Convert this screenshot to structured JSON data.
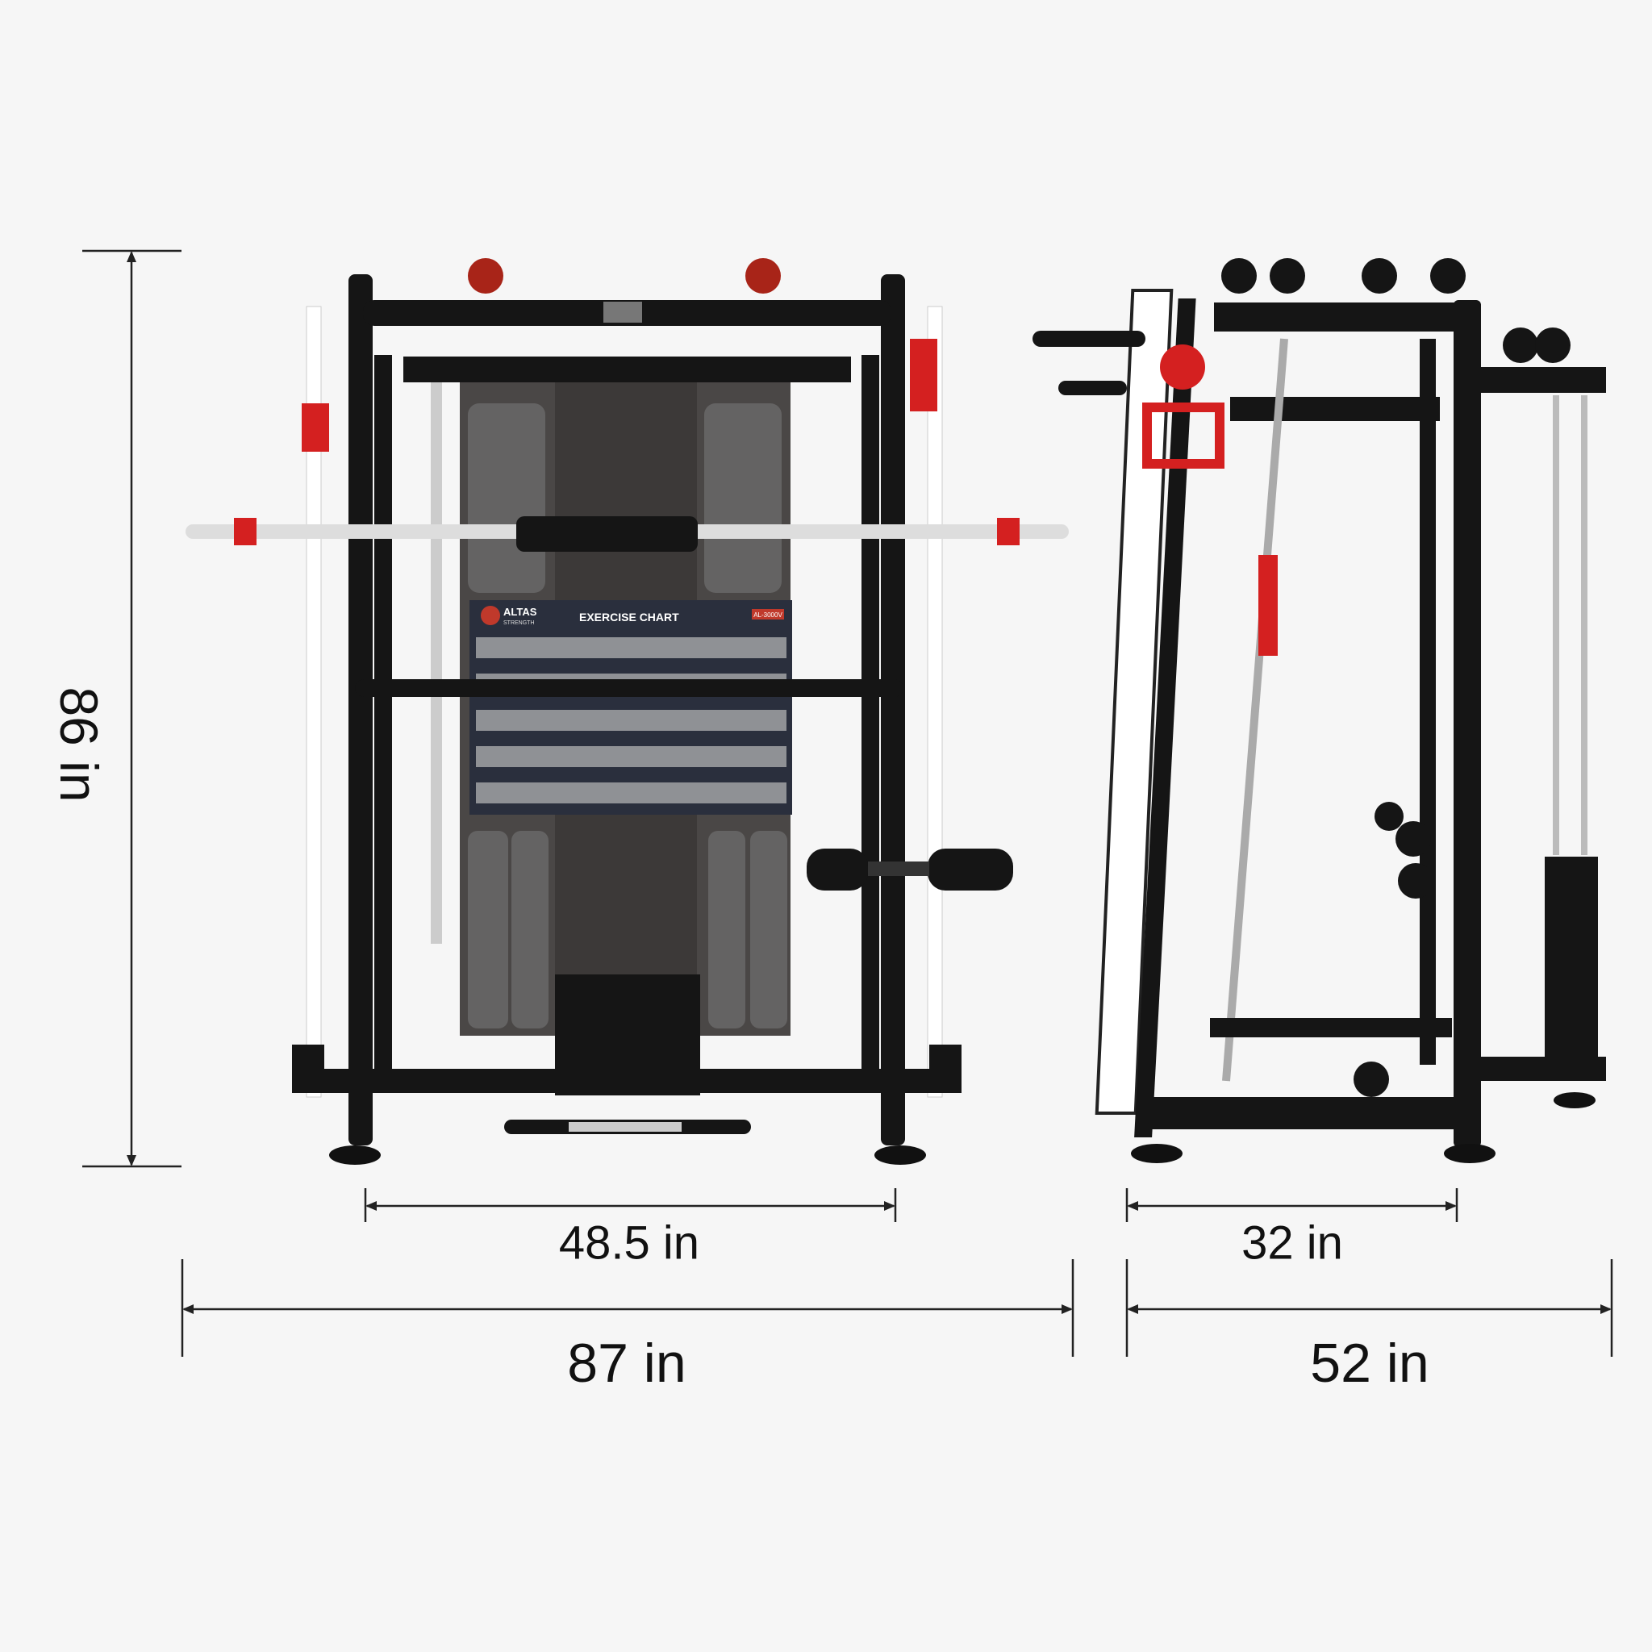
{
  "dimensions": {
    "height": "86 in",
    "front_inner_width": "48.5 in",
    "front_total_width": "87 in",
    "side_inner_depth": "32 in",
    "side_total_depth": "52 in"
  },
  "product": {
    "brand_logo": "ALTAS STRENGTH",
    "chart_title": "EXERCISE CHART",
    "chart_brand": "ALTAS",
    "chart_brand_sub": "STRENGTH",
    "model": "AL-3000V"
  },
  "colors": {
    "background": "#f6f6f6",
    "frame": "#151515",
    "accent": "#d42020",
    "chart_panel": "#2a2f3d",
    "back_panel": "#4a4746"
  }
}
